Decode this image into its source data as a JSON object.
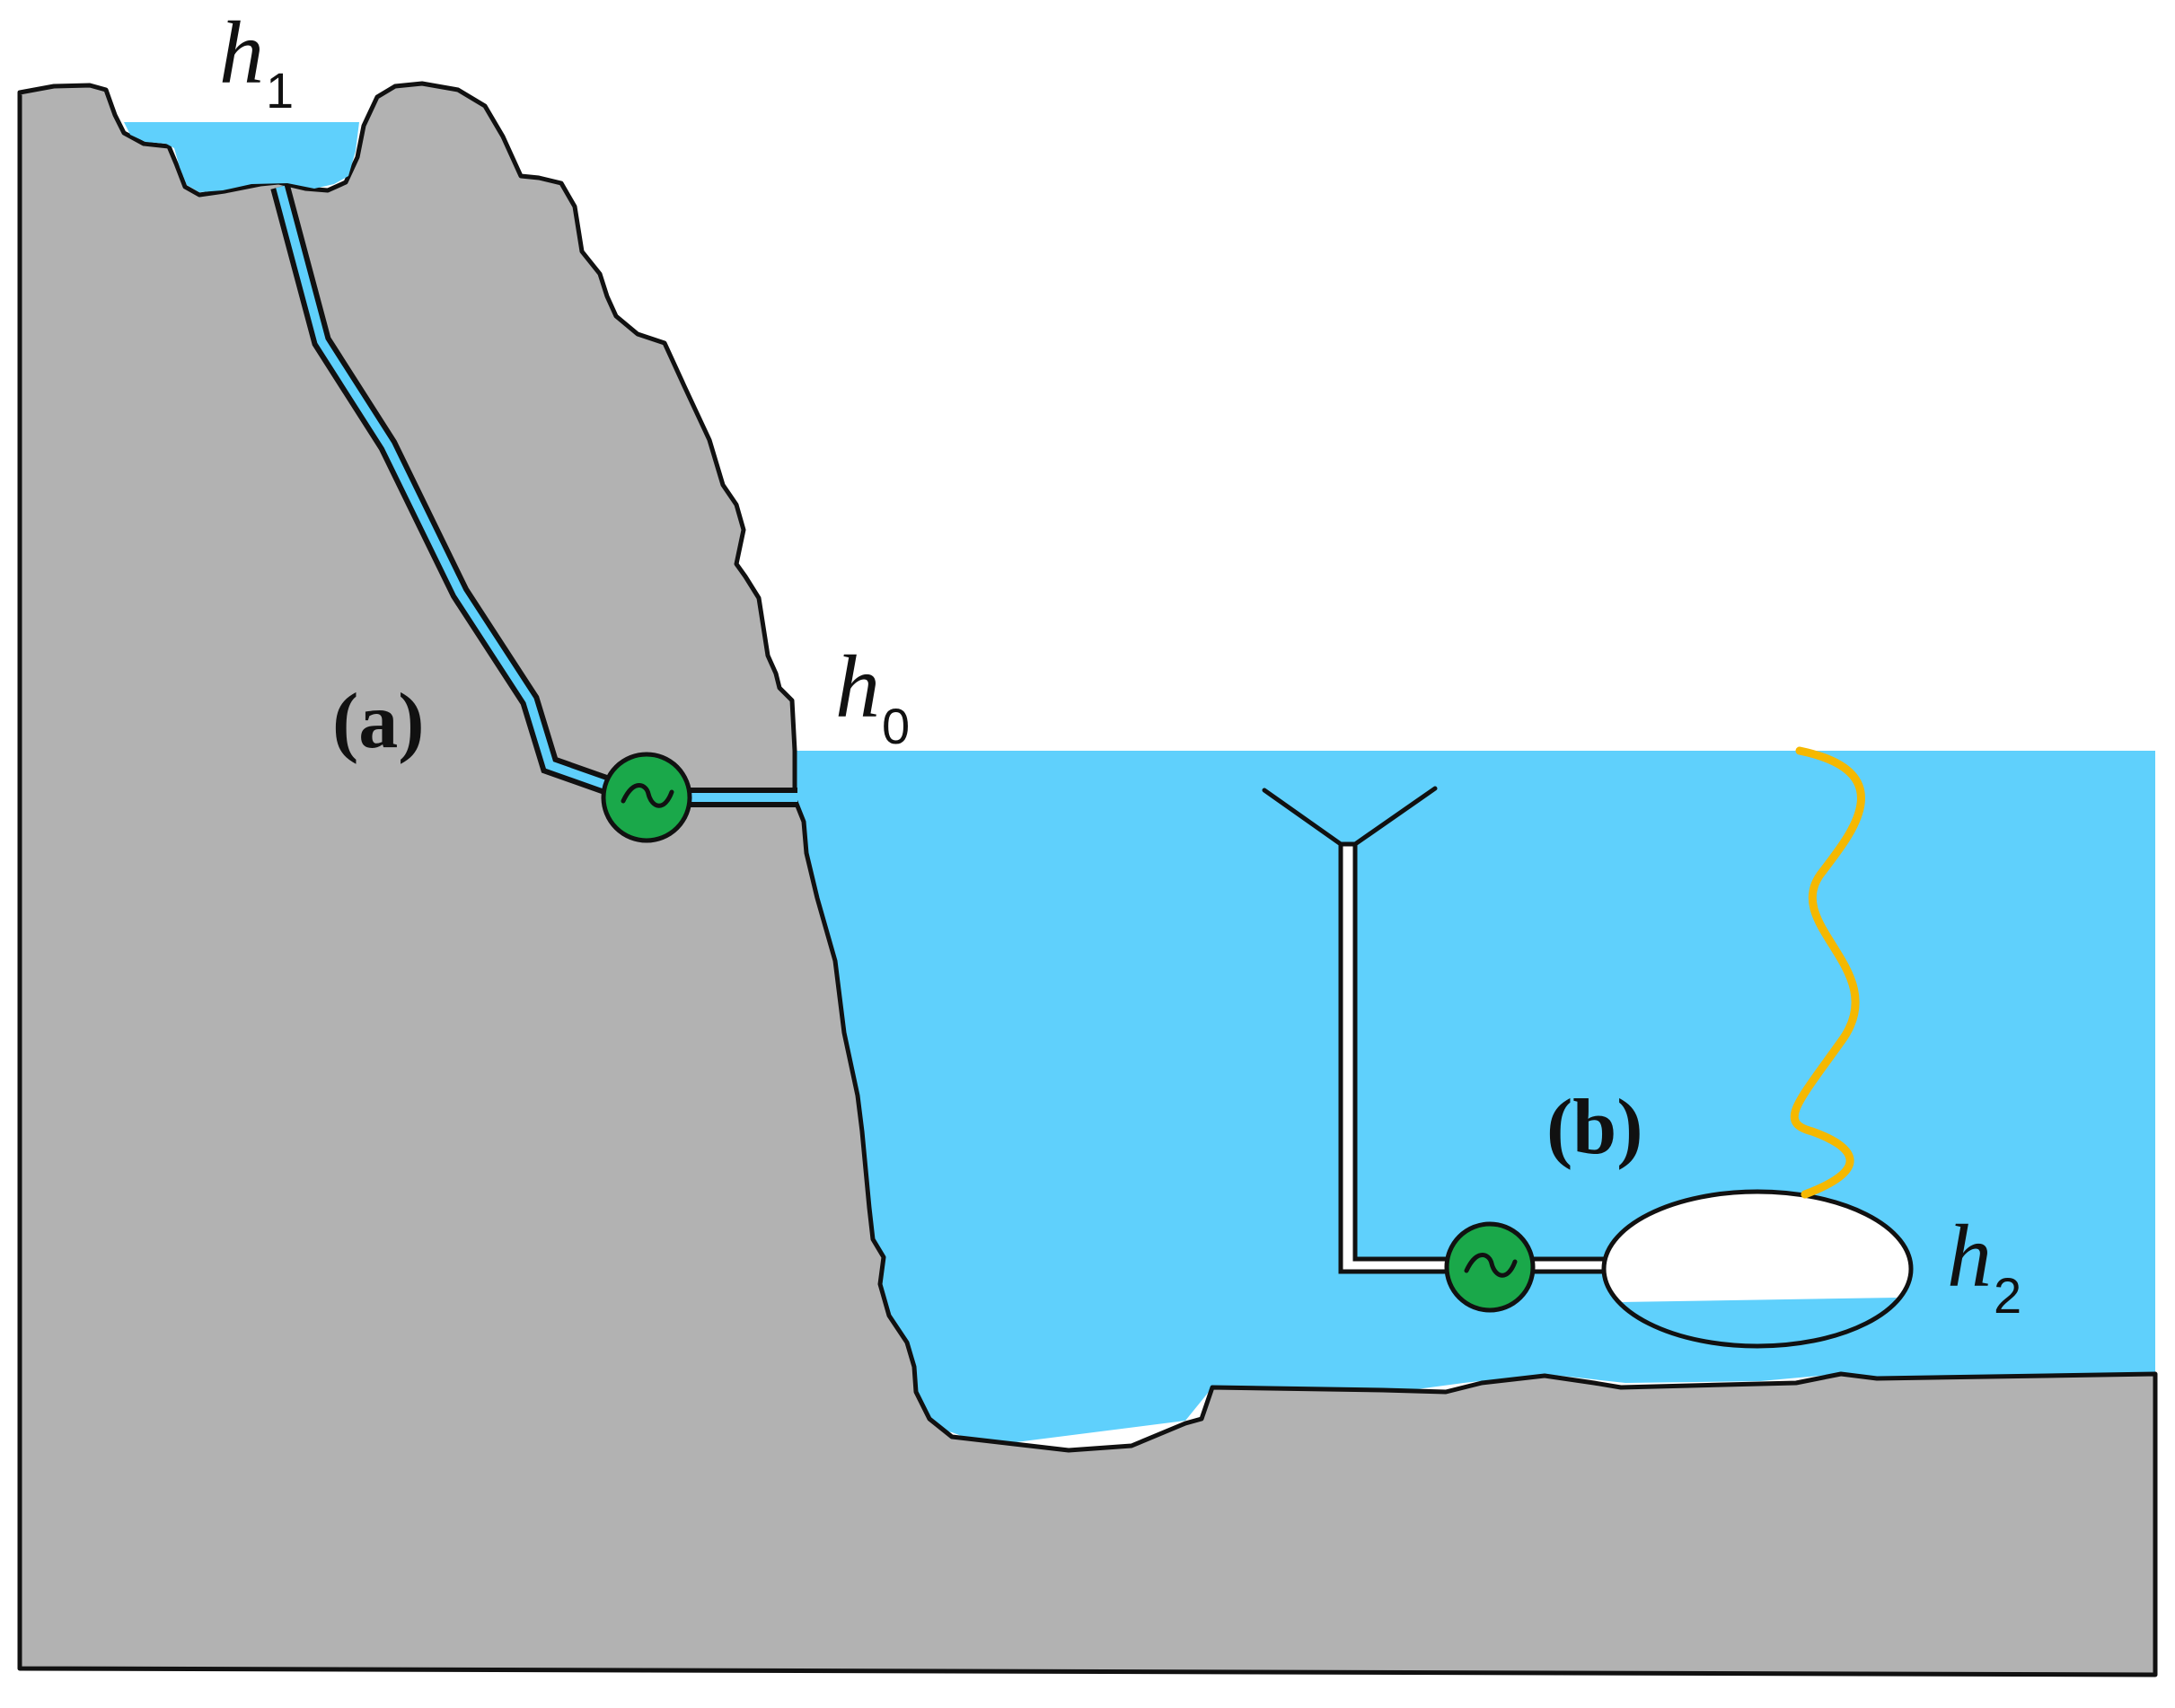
{
  "labels": {
    "a": "(a)",
    "b": "(b)",
    "h1_letter": "h",
    "h1_sub": "1",
    "h0_letter": "h",
    "h0_sub": "0",
    "h2_letter": "h",
    "h2_sub": "2"
  },
  "generator_symbol": "~",
  "colors": {
    "rock": "#b2b2b2",
    "water": "#5fd0fc",
    "generator": "#1aa84a",
    "wave": "#f5b800",
    "outline": "#111111"
  },
  "icons": {
    "generator": "ac-generator-icon",
    "antenna": "antenna-icon",
    "buoy": "buoy-icon",
    "wave": "wave-icon"
  }
}
